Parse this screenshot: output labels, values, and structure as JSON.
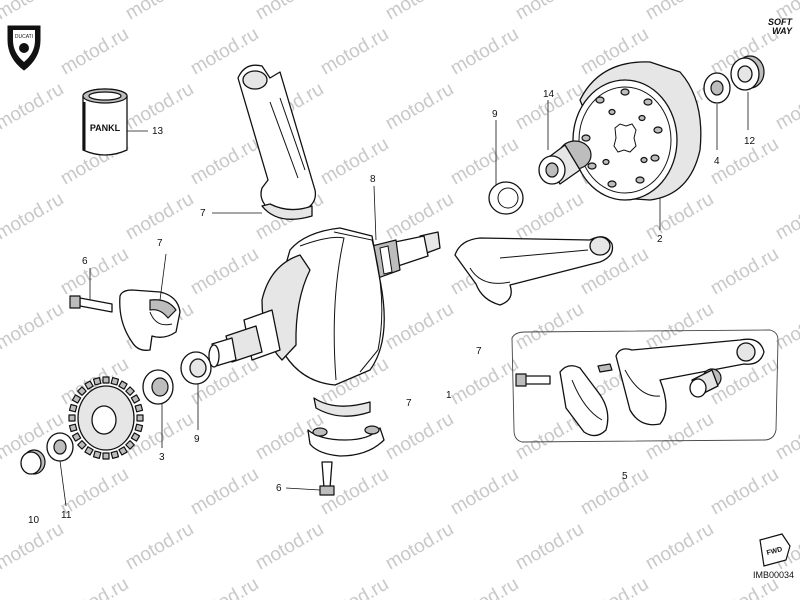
{
  "watermark": "motod.ru",
  "drawing_code": "IMB00034",
  "brand_logo_text": "DUCATI",
  "software_mark": [
    "SOFT",
    "WAY"
  ],
  "forward_arrow": "FWD",
  "jar_label": "PANKL",
  "callouts": {
    "n1": "1",
    "n2": "2",
    "n3": "3",
    "n4": "4",
    "n5": "5",
    "n6a": "6",
    "n6b": "6",
    "n7a": "7",
    "n7b": "7",
    "n7c": "7",
    "n7d": "7",
    "n8": "8",
    "n9a": "9",
    "n9b": "9",
    "n10": "10",
    "n11": "11",
    "n12": "12",
    "n13": "13",
    "n14": "14"
  }
}
